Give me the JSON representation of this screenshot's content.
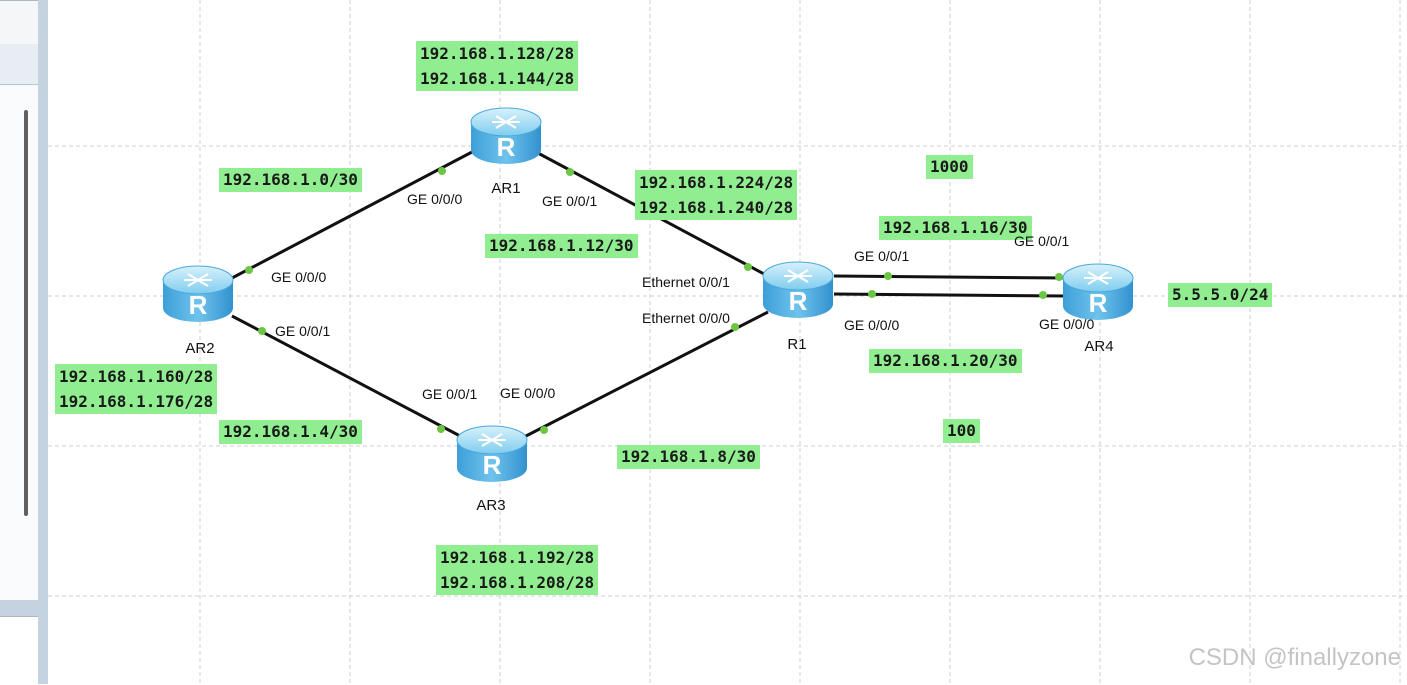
{
  "devices": {
    "ar1": "AR1",
    "ar2": "AR2",
    "ar3": "AR3",
    "r1": "R1",
    "ar4": "AR4"
  },
  "networks": {
    "ar1_lan": [
      "192.168.1.128/28",
      "192.168.1.144/28"
    ],
    "ar2_lan": [
      "192.168.1.160/28",
      "192.168.1.176/28"
    ],
    "ar3_lan": [
      "192.168.1.192/28",
      "192.168.1.208/28"
    ],
    "r1_lan": [
      "192.168.1.224/28",
      "192.168.1.240/28"
    ],
    "ar2_ar1": "192.168.1.0/30",
    "ar2_ar3": "192.168.1.4/30",
    "ar3_r1": "192.168.1.8/30",
    "ar1_r1": "192.168.1.12/30",
    "r1_ar4_top": "192.168.1.16/30",
    "r1_ar4_bottom": "192.168.1.20/30",
    "ar4_lan": "5.5.5.0/24"
  },
  "costs": {
    "top": "1000",
    "bottom": "100"
  },
  "interfaces": {
    "ar1_ge000": "GE 0/0/0",
    "ar1_ge001": "GE 0/0/1",
    "ar2_ge000": "GE 0/0/0",
    "ar2_ge001": "GE 0/0/1",
    "ar3_ge001": "GE 0/0/1",
    "ar3_ge000": "GE 0/0/0",
    "r1_eth001": "Ethernet 0/0/1",
    "r1_eth000": "Ethernet 0/0/0",
    "r1_ge001": "GE 0/0/1",
    "r1_ge000": "GE 0/0/0",
    "ar4_ge001": "GE 0/0/1",
    "ar4_ge000": "GE 0/0/0"
  },
  "watermark": "CSDN @finallyzone",
  "colors": {
    "label_bg": "#90ee90",
    "router": "#4aa8dc",
    "link": "#111111",
    "port_dot": "#6cc644"
  }
}
